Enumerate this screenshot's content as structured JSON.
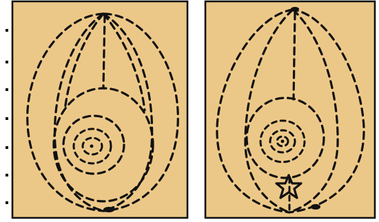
{
  "figure": {
    "panels": [
      {
        "id": "left",
        "marker": "none"
      },
      {
        "id": "right",
        "marker": "star"
      }
    ]
  },
  "colors": {
    "paper": "#ecc888",
    "ink": "#111111",
    "background": "#ffffff"
  }
}
